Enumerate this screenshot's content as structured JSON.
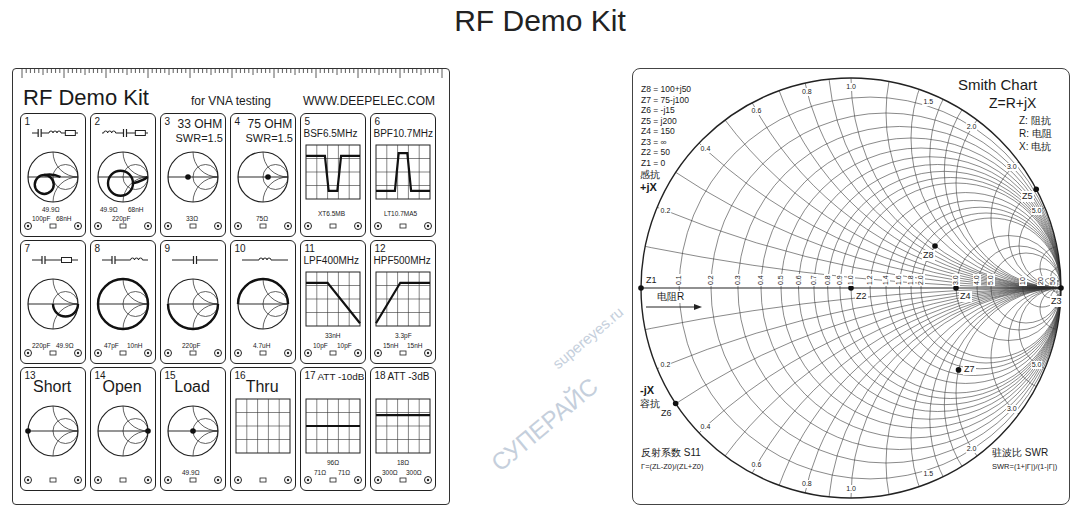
{
  "diagram": {
    "title": "RF Demo Kit",
    "nodes": [
      {
        "text": [
          "RF Demo Kit",
          "for VNA testing",
          "WWW.DEEPELEC.COM"
        ]
      },
      {
        "text": [
          "1"
        ],
        "in": 0
      },
      {
        "text": [
          "2"
        ],
        "in": 0
      },
      {
        "text": [
          "3",
          "33 OHM",
          "SWR=1.5"
        ],
        "in": 0
      },
      {
        "text": [
          "4",
          "75 OHM",
          "SWR=1.5"
        ],
        "in": 0
      },
      {
        "text": [
          "5",
          "BSF6.5MHz"
        ],
        "in": 0
      },
      {
        "text": [
          "6",
          "BPF10.7MHz"
        ],
        "in": 0
      },
      {
        "text": [
          "7"
        ],
        "in": 0
      },
      {
        "text": [
          "8"
        ],
        "in": 0
      },
      {
        "text": [
          "9"
        ],
        "in": 0
      },
      {
        "text": [
          "10"
        ],
        "in": 0
      },
      {
        "text": [
          "11",
          "LPF400MHz"
        ],
        "in": 0
      },
      {
        "text": [
          "12",
          "HPF500MHz"
        ],
        "in": 0
      },
      {
        "text": [
          "13",
          "Short"
        ],
        "in": 0
      },
      {
        "text": [
          "14",
          "Open"
        ],
        "in": 0
      },
      {
        "text": [
          "15",
          "Load"
        ],
        "in": 0
      },
      {
        "text": [
          "16",
          "Thru"
        ],
        "in": 0
      },
      {
        "text": [
          "17",
          "ATT -10dB"
        ],
        "in": 0
      },
      {
        "text": [
          "18",
          "ATT -3dB"
        ],
        "in": 0
      },
      {
        "text": [
          "Smith Chart",
          "Z=R+jX",
          "Z: 阻抗",
          "R: 电阻",
          "X: 电抗"
        ]
      }
    ],
    "labels": [
      "49.9Ω",
      "100pF",
      "68nH",
      "49.9Ω",
      "68nH",
      "220pF",
      "33Ω",
      "75Ω",
      "XT6.5MB",
      "LT10.7MA5",
      "220pF",
      "49.9Ω",
      "47pF",
      "10nH",
      "220pF",
      "4.7uH",
      "33nH",
      "10pF",
      "10pF",
      "3.3pF",
      "15nH",
      "15nH",
      "49.9Ω",
      "96Ω",
      "71Ω",
      "71Ω",
      "18Ω",
      "300Ω",
      "300Ω",
      "Z8 = 100+j50",
      "Z7 = 75-j100",
      "Z6 = -j15",
      "Z5 = j200",
      "Z4 = 150",
      "Z3 = ∞",
      "Z2 = 50",
      "Z1 = 0",
      "感抗",
      "+jX",
      "-jX",
      "容抗",
      "电阻R",
      "Z1",
      "Z2",
      "Z4",
      "Z8",
      "Z5",
      "Z3",
      "Z7",
      "Z6",
      "反射系数 S11",
      "Γ=(ZL-Z0)/(ZL+Z0)",
      "驻波比 SWR",
      "SWR=(1+|Γ|)/(1-|Γ|)",
      "0.1",
      "0.2",
      "0.3",
      "0.4",
      "0.5",
      "0.6",
      "0.7",
      "0.8",
      "0.9",
      "1.0",
      "1.2",
      "1.4",
      "1.6",
      "1.8",
      "2.0",
      "3.0",
      "4.0",
      "5.0",
      "10",
      "20",
      "50",
      "0.2",
      "0.4",
      "0.6",
      "0.8",
      "1.0",
      "1.5",
      "2.0",
      "3.0",
      "5.0",
      "0.2",
      "0.4",
      "0.6",
      "0.8",
      "1.0",
      "1.5",
      "2.0",
      "3.0",
      "5.0",
      "supereyes.ru",
      "СУПЕРАЙС"
    ]
  }
}
